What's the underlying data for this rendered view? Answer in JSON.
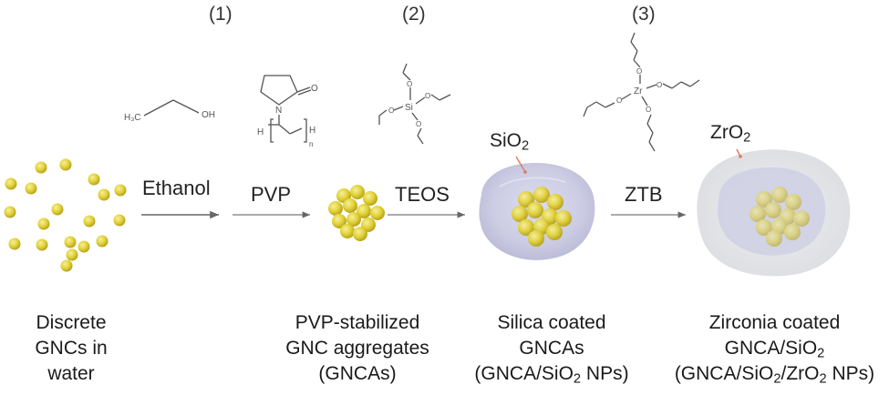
{
  "steps": [
    "(1)",
    "(2)",
    "(3)"
  ],
  "reagents": {
    "ethanol": "Ethanol",
    "pvp": "PVP",
    "teos": "TEOS",
    "ztb": "ZTB"
  },
  "structure_labels": {
    "ethanol": {
      "ch3": "H₃C",
      "oh": "OH"
    },
    "pvp": {
      "n": "N",
      "o": "O",
      "h_left": "H",
      "h_right": "H",
      "subscript": "n"
    },
    "teos": {
      "si": "Si",
      "o": "O"
    },
    "ztb": {
      "zr": "Zr",
      "o": "O"
    }
  },
  "shells": {
    "silica": {
      "base": "SiO",
      "sub": "2"
    },
    "zirconia": {
      "base": "ZrO",
      "sub": "2"
    }
  },
  "captions": {
    "discrete": [
      "Discrete",
      "GNCs in",
      "water"
    ],
    "pvp_stabilized": [
      "PVP-stabilized",
      "GNC aggregates",
      "(GNCAs)"
    ],
    "silica_coated": {
      "line1": "Silica coated",
      "line2": "GNCAs",
      "line3": {
        "pre": "(GNCA/SiO",
        "sub": "2",
        "post": " NPs)"
      }
    },
    "zirconia_coated": {
      "line1": "Zirconia coated",
      "line2": {
        "pre": "GNCA/SiO",
        "sub": "2"
      },
      "line3": {
        "pre": "(GNCA/SiO",
        "sub1": "2",
        "mid": "/ZrO",
        "sub2": "2",
        "post": " NPs)"
      }
    }
  },
  "colors": {
    "gold_particle": "#e3d33a",
    "gold_highlight": "#f6ef9c",
    "silica_shell": "#c9c9e2",
    "zirconia_shell": "#e1e3e6",
    "pointer": "#e07a5f",
    "arrow": "#666666"
  }
}
